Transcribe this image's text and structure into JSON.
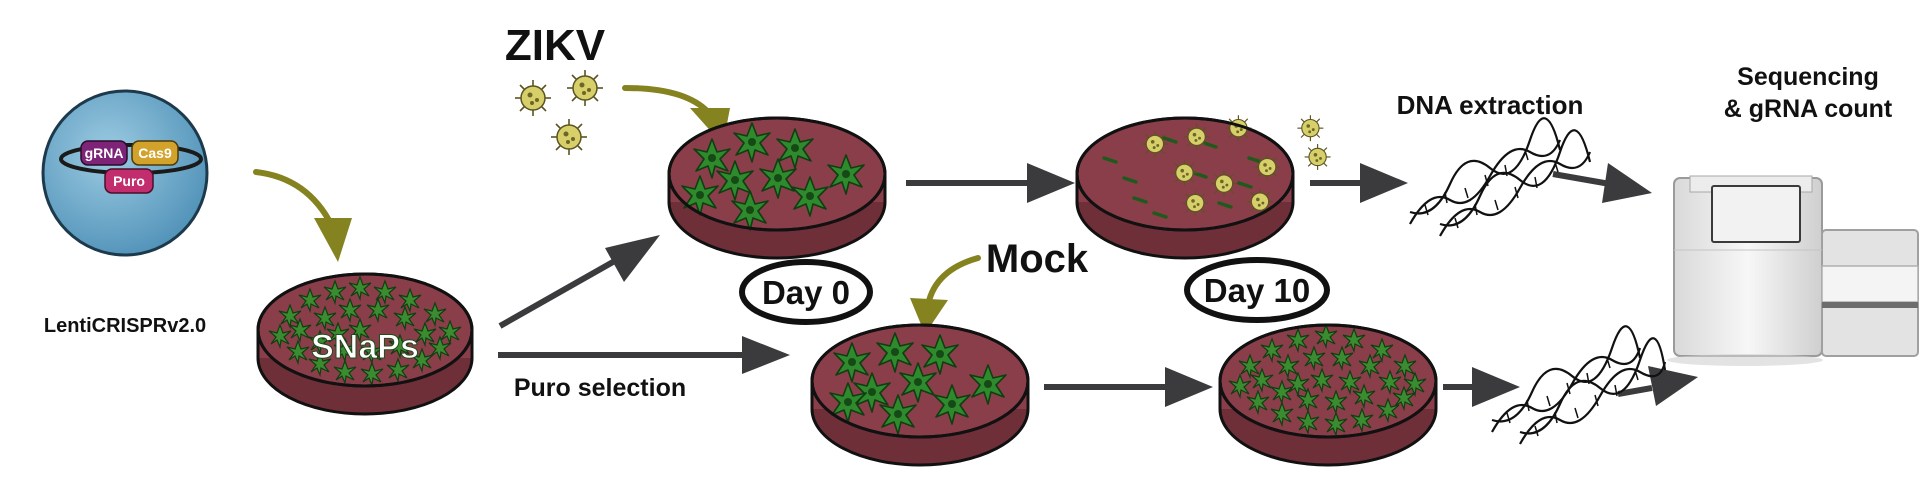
{
  "virus": {
    "name": "LentiCRISPRv2.0",
    "cassette": [
      "gRNA",
      "Cas9",
      "Puro"
    ]
  },
  "cells_label": "SNaPs",
  "treatments": {
    "infection": "ZIKV",
    "control": "Mock"
  },
  "steps": {
    "selection": "Puro selection",
    "extraction": "DNA extraction"
  },
  "timepoints": [
    "Day 0",
    "Day 10"
  ],
  "readout": {
    "line1": "Sequencing",
    "line2": "& gRNA count"
  },
  "colors": {
    "arrow": "#3b3b3d",
    "curved_arrow": "#858220",
    "dish_medium": "#8a3e4a",
    "dish_rim": "#b26068",
    "cells": "#2e8a2c",
    "virus_particle": "#d6cf6a",
    "lentivirus": "#6ea8c9",
    "gRNA": "#7d2479",
    "Cas9": "#d2a22b",
    "Puro": "#c22d6d"
  }
}
